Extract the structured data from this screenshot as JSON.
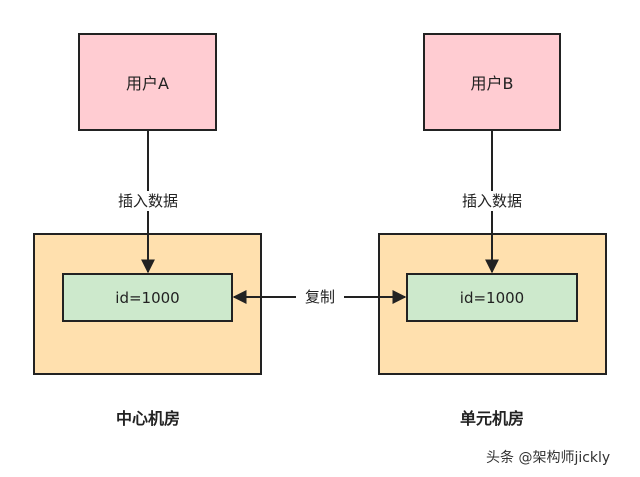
{
  "diagram": {
    "user_a": "用户A",
    "user_b": "用户B",
    "insert_a": "插入数据",
    "insert_b": "插入数据",
    "record_left": "id=1000",
    "record_right": "id=1000",
    "replicate": "复制",
    "room_left": "中心机房",
    "room_right": "单元机房"
  },
  "watermark": "头条 @架构师jickly",
  "colors": {
    "user_fill": "#ffccd2",
    "room_fill": "#ffe0ae",
    "record_fill": "#cde9cc",
    "stroke": "#222222"
  }
}
